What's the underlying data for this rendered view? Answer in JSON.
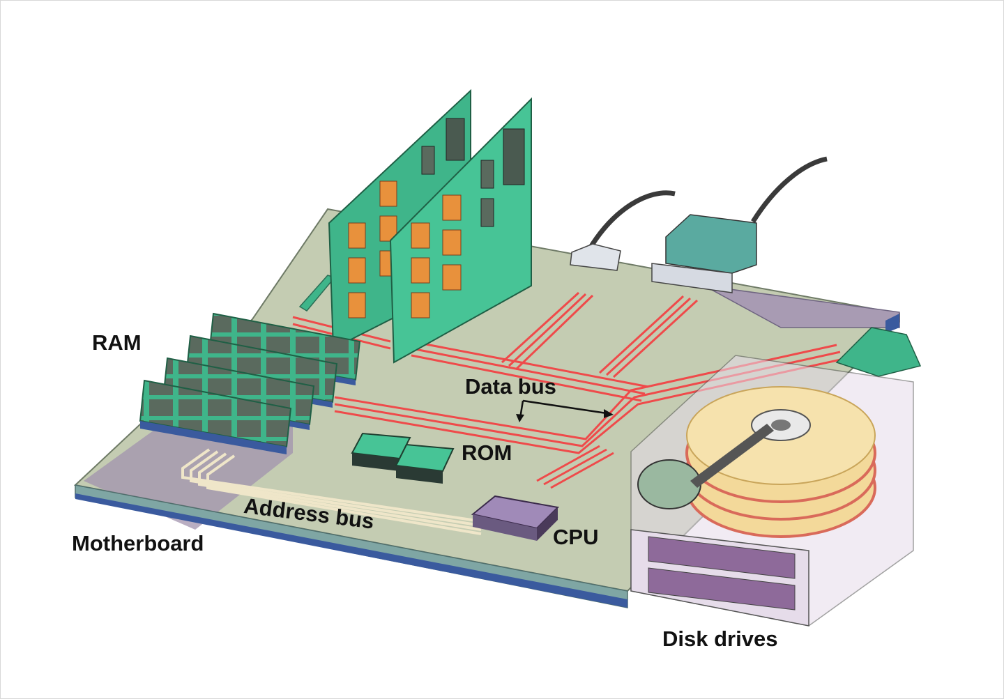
{
  "labels": {
    "ram": "RAM",
    "data_bus": "Data bus",
    "rom": "ROM",
    "address_bus": "Address bus",
    "cpu": "CPU",
    "motherboard": "Motherboard",
    "disk_drives": "Disk drives"
  },
  "colors": {
    "board_top": "#c4ccb2",
    "board_edge": "#7fa6a4",
    "board_blue": "#3a5a9e",
    "board_purple": "#9d8fa8",
    "card_green": "#3fb58a",
    "chip_orange": "#e8913c",
    "bus_red": "#ef4a4a",
    "address_bus": "#efe6c9",
    "cpu": "#8e76a8",
    "platter": "#f3d99a",
    "platter_edge": "#d96a5a",
    "drive_case": "#e6dcea"
  }
}
